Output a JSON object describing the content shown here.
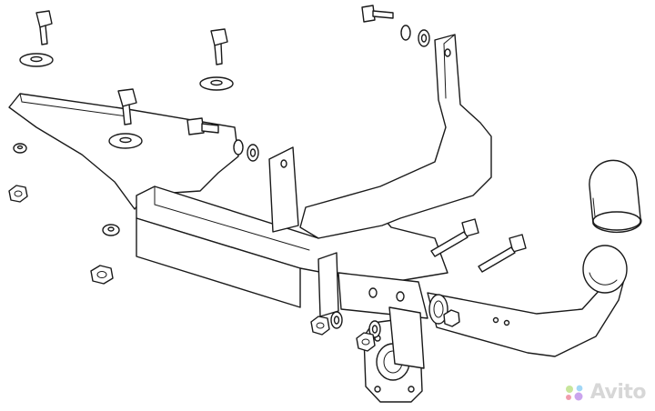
{
  "watermark": {
    "text": "Avito",
    "colors": [
      "#b8b8b8",
      "#9ad14b",
      "#57b8f0",
      "#e54d6b",
      "#a05be0"
    ]
  },
  "parts": [
    "bolt",
    "washer",
    "nut",
    "mounting-plate",
    "cross-beam",
    "side-bracket",
    "tow-ball",
    "ball-cover",
    "tow-neck",
    "socket-plate",
    "long-bolt"
  ]
}
